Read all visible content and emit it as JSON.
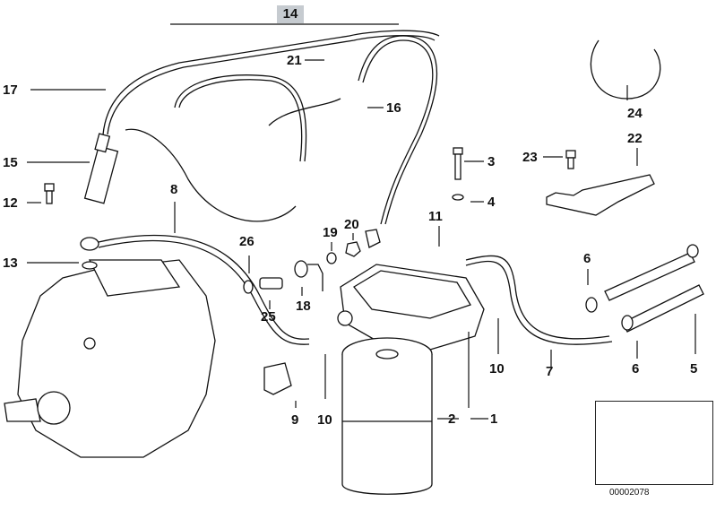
{
  "diagram": {
    "title_number": "14",
    "image_code": "00002078",
    "labels": {
      "l1": "1",
      "l2": "2",
      "l3": "3",
      "l4": "4",
      "l5": "5",
      "l6a": "6",
      "l6b": "6",
      "l7": "7",
      "l8": "8",
      "l9": "9",
      "l10a": "10",
      "l10b": "10",
      "l11": "11",
      "l12": "12",
      "l13": "13",
      "l15": "15",
      "l16": "16",
      "l17": "17",
      "l18": "18",
      "l19": "19",
      "l20": "20",
      "l21": "21",
      "l22": "22",
      "l23": "23",
      "l24": "24",
      "l25": "25",
      "l26": "26"
    },
    "colors": {
      "title_bg": "#c6cbd0",
      "ink": "#111111"
    }
  }
}
